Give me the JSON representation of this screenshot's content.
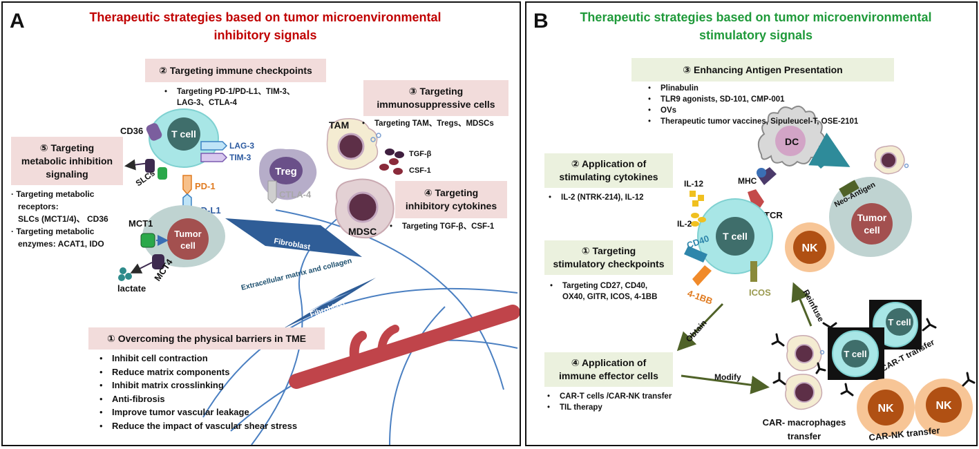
{
  "panel_a": {
    "letter": "A",
    "title_line1": "Therapeutic strategies based on tumor microenvironmental",
    "title_line2": "inhibitory signals",
    "strategy_2": {
      "heading": "② Targeting immune checkpoints",
      "items": [
        "Targeting PD-1/PD-L1、TIM-3、",
        "LAG-3、CTLA-4"
      ]
    },
    "strategy_3": {
      "heading_line1": "③ Targeting",
      "heading_line2": "immunosuppressive cells",
      "items": [
        "Targeting TAM、Tregs、MDSCs"
      ]
    },
    "strategy_4": {
      "heading_line1": "④ Targeting",
      "heading_line2": "inhibitory cytokines",
      "items": [
        "Targeting TGF-β、CSF-1"
      ]
    },
    "strategy_5": {
      "heading_line1": "⑤ Targeting",
      "heading_line2": "metabolic inhibition",
      "heading_line3": "signaling",
      "lines": [
        "Targeting metabolic",
        "receptors:",
        "SLCs (MCT1/4)、 CD36",
        "Targeting metabolic",
        "enzymes: ACAT1, IDO"
      ]
    },
    "strategy_1": {
      "heading": "① Overcoming the physical barriers in TME",
      "items": [
        "Inhibit cell contraction",
        "Reduce matrix components",
        "Inhibit matrix crosslinking",
        "Anti-fibrosis",
        "Improve tumor vascular leakage",
        "Reduce the impact of vascular shear stress"
      ]
    },
    "labels": {
      "cd36": "CD36",
      "t_cell": "T cell",
      "lag3": "LAG-3",
      "tim3": "TIM-3",
      "slcs": "SLCs",
      "pd1": "PD-1",
      "pdl1": "PD-L1",
      "mct1": "MCT1",
      "mct4": "MCT4",
      "tumor": "Tumor",
      "cell": "cell",
      "lactate": "lactate",
      "treg": "Treg",
      "ctla4": "CTLA-4",
      "tam": "TAM",
      "tgfb": "TGF-β",
      "csf1": "CSF-1",
      "mdsc": "MDSC",
      "fibroblast": "Fibroblast",
      "ecm": "Extracellular matrix and collagen"
    }
  },
  "panel_b": {
    "letter": "B",
    "title_line1": "Therapeutic strategies based on tumor microenvironmental",
    "title_line2": "stimulatory signals",
    "strategy_3": {
      "heading": "③ Enhancing Antigen Presentation",
      "items": [
        "Plinabulin",
        "TLR9 agonists, SD-101, CMP-001",
        "OVs",
        "Therapeutic tumor vaccines, Sipuleucel-T, OSE-2101"
      ]
    },
    "strategy_2": {
      "heading_line1": "② Application of",
      "heading_line2": "stimulating cytokines",
      "items": [
        "IL-2 (NTRK-214), IL-12"
      ]
    },
    "strategy_1": {
      "heading_line1": "① Targeting",
      "heading_line2": "stimulatory checkpoints",
      "items": [
        "Targeting CD27, CD40,",
        "OX40, GITR, ICOS, 4-1BB"
      ]
    },
    "strategy_4": {
      "heading_line1": "④ Application of",
      "heading_line2": "immune effector cells",
      "items": [
        "CAR-T cells /CAR-NK transfer",
        "TIL therapy"
      ]
    },
    "labels": {
      "dc": "DC",
      "mhc": "MHC",
      "tcr": "TCR",
      "il12": "IL-12",
      "il2": "IL-2",
      "cd40": "CD40",
      "t_cell": "T cell",
      "four1bb": "4-1BB",
      "icos": "ICOS",
      "nk": "NK",
      "neo_antigen": "Neo-Antigen",
      "tumor": "Tumor",
      "cell": "cell",
      "obtain": "Obtain",
      "reinfuse": "Reinfuse",
      "modify": "Modify",
      "car_t_transfer": "CAR-T transfer",
      "car_mac_line1": "CAR- macrophages",
      "car_mac_line2": "transfer",
      "car_nk_transfer": "CAR-NK transfer"
    }
  },
  "colors": {
    "title_a": "#c00000",
    "title_b": "#1f9a3a",
    "pink_banner": "#f2dcdb",
    "green_banner": "#ebf1de",
    "t_cell_fill": "#a8e6e6",
    "nucleus": "#3f6e6b",
    "tumor_fill": "#bfd3d1",
    "tumor_nucleus": "#a3504f",
    "vessel": "#c0444a",
    "fibroblast": "#2f5d97",
    "ecm_line": "#4a7fc1",
    "nk_outer": "#f7c596",
    "nk_inner": "#b05013",
    "arrow_green": "#4f6228"
  }
}
